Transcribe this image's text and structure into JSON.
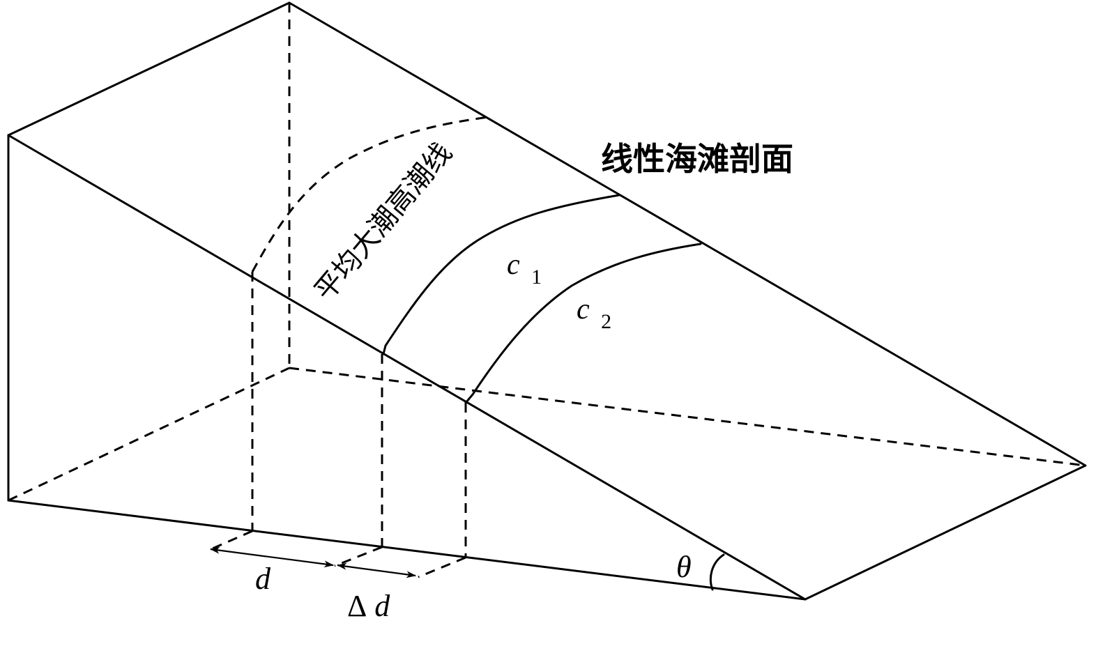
{
  "labels": {
    "profile_title": "线性海滩剖面",
    "high_tide_line": "平均大潮高潮线",
    "c1": "c",
    "c1_sub": "1",
    "c2": "c",
    "c2_sub": "2",
    "d": "d",
    "delta_d_symbol": "Δ",
    "delta_d_var": "d",
    "theta": "θ"
  },
  "colors": {
    "line": "#000000",
    "background": "#ffffff"
  }
}
